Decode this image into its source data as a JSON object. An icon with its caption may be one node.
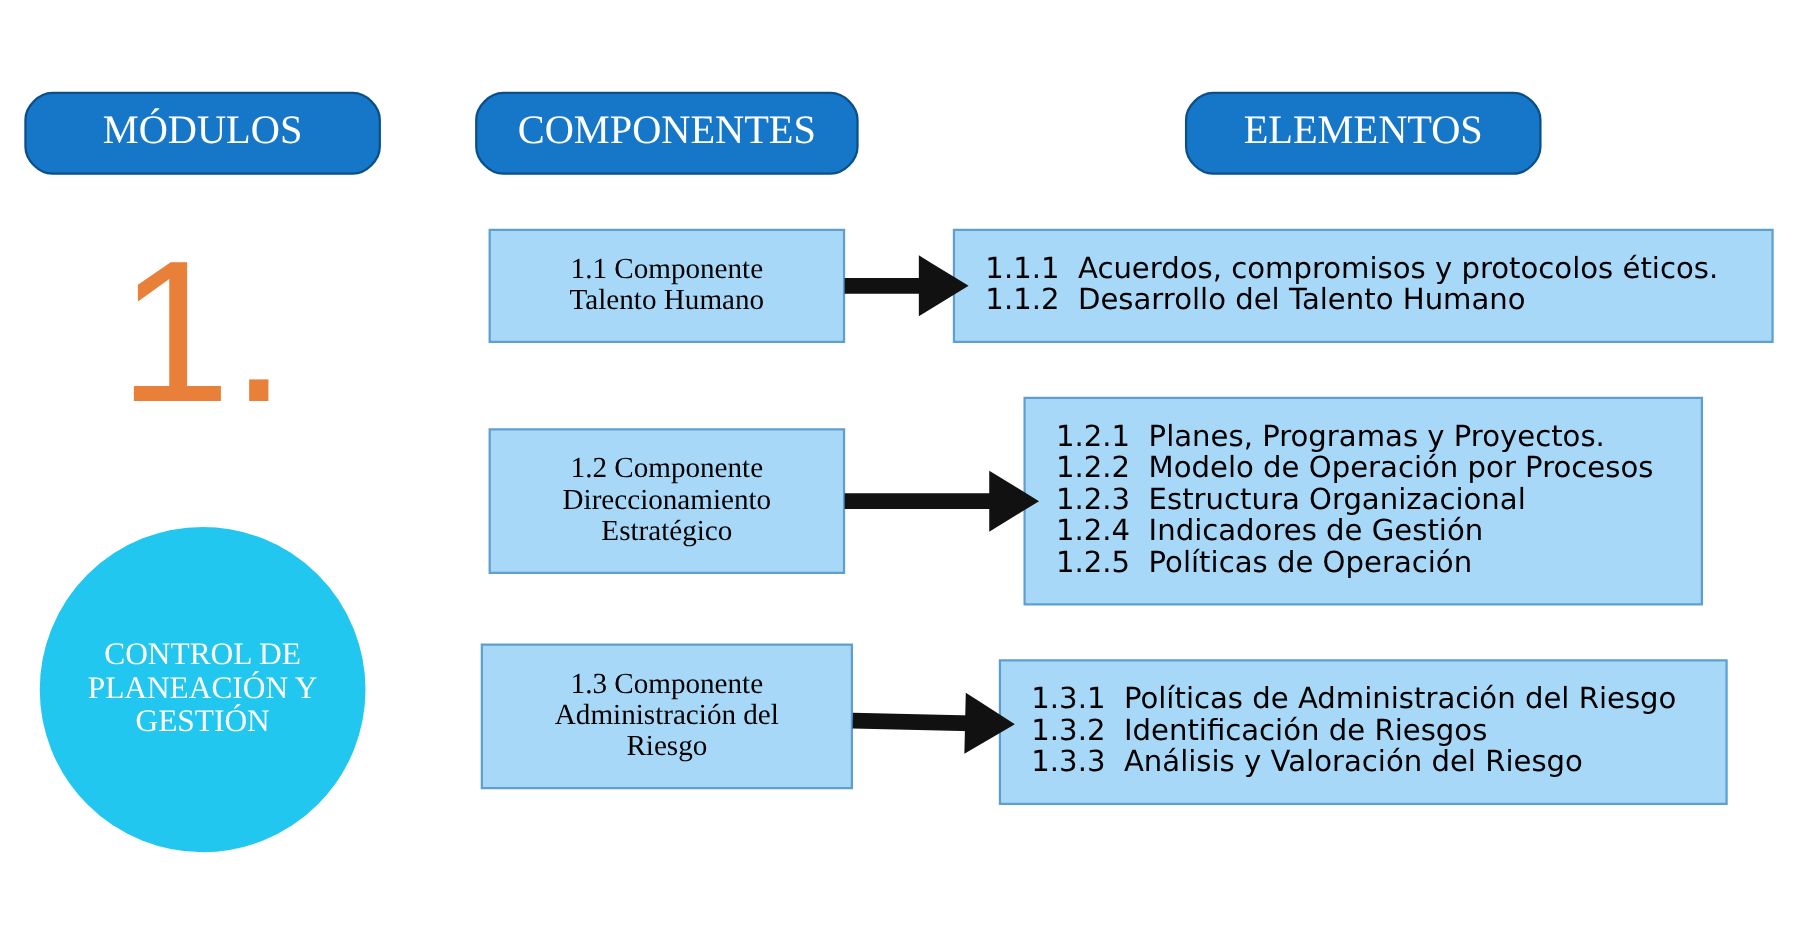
{
  "diagram": {
    "nodes": [
      {
        "text": [
          "MÓDULOS"
        ]
      },
      {
        "text": [
          "COMPONENTES"
        ]
      },
      {
        "text": [
          "ELEMENTOS"
        ]
      },
      {
        "text": [
          "CONTROL DE PLANEACIÓN Y GESTIÓN"
        ]
      },
      {
        "text": [
          "1.1 Componente Talento Humano"
        ]
      },
      {
        "text": [
          "1.1.1  Acuerdos, compromisos y protocolos éticos.",
          "1.1.2  Desarrollo del Talento Humano"
        ]
      },
      {
        "text": [
          "1.2 Componente Direccionamiento Estratégico"
        ]
      },
      {
        "text": [
          "1.2.1  Planes, Programas y Proyectos.",
          "1.2.2  Modelo de Operación por Procesos",
          "1.2.3  Estructura Organizacional",
          "1.2.4  Indicadores de Gestión",
          "1.2.5  Políticas de Operación"
        ]
      },
      {
        "text": [
          "1.3 Componente Administración del Riesgo"
        ]
      },
      {
        "text": [
          "1.3.1  Políticas de Administración del Riesgo",
          "1.3.2  Identificación de Riesgos",
          "1.3.3  Análisis y Valoración del Riesgo"
        ]
      }
    ],
    "edges": [
      {
        "from": 4,
        "to": 5,
        "arrow": "to"
      },
      {
        "from": 6,
        "to": 7,
        "arrow": "to"
      },
      {
        "from": 8,
        "to": 9,
        "arrow": "to"
      }
    ],
    "labels": [
      "1."
    ]
  }
}
